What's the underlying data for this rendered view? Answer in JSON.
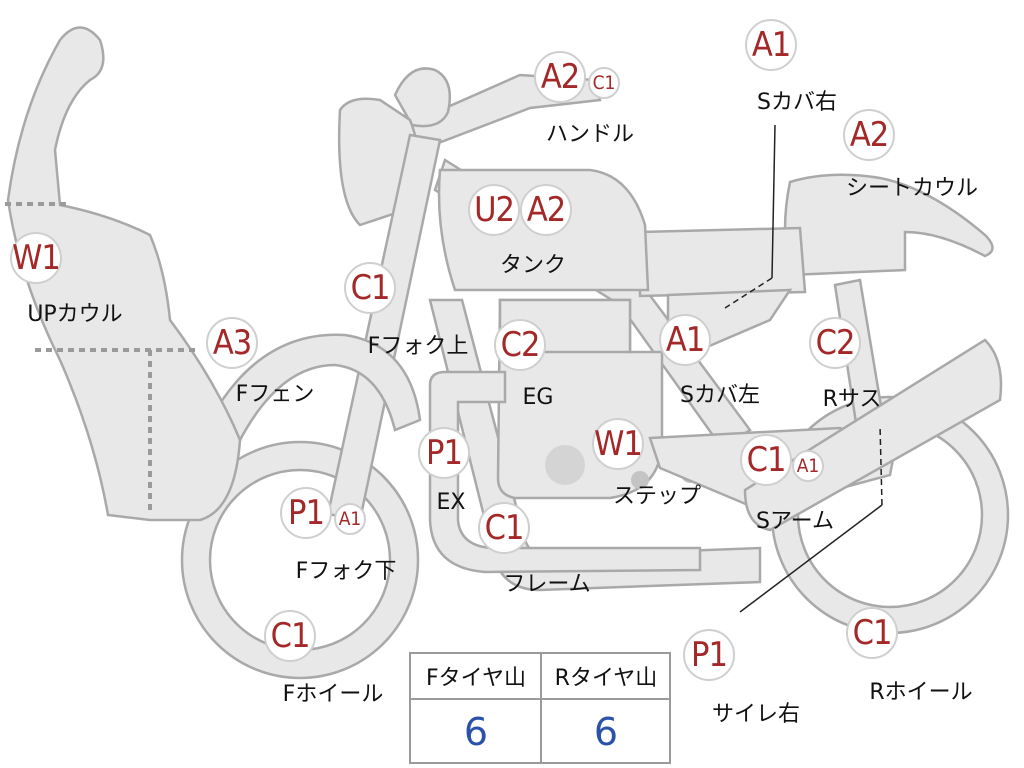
{
  "parts": [
    {
      "id": "up-cowl",
      "label": "UPカウル",
      "badges": [
        "W1"
      ]
    },
    {
      "id": "f-fender",
      "label": "Fフェン",
      "badges": [
        "A3"
      ]
    },
    {
      "id": "f-fork-upper",
      "label": "Fフォク上",
      "badges": [
        "C1"
      ]
    },
    {
      "id": "f-fork-lower",
      "label": "Fフォク下",
      "badges": [
        "P1",
        "A1"
      ]
    },
    {
      "id": "f-wheel",
      "label": "Fホイール",
      "badges": [
        "C1"
      ]
    },
    {
      "id": "handle",
      "label": "ハンドル",
      "badges": [
        "A2",
        "C1"
      ]
    },
    {
      "id": "tank",
      "label": "タンク",
      "badges": [
        "U2",
        "A2"
      ]
    },
    {
      "id": "engine",
      "label": "EG",
      "badges": [
        "C2"
      ]
    },
    {
      "id": "exhaust",
      "label": "EX",
      "badges": [
        "P1"
      ]
    },
    {
      "id": "frame",
      "label": "フレーム",
      "badges": [
        "C1"
      ]
    },
    {
      "id": "step",
      "label": "ステップ",
      "badges": [
        "W1"
      ]
    },
    {
      "id": "side-cover-right",
      "label": "Sカバ右",
      "badges": [
        "A1"
      ]
    },
    {
      "id": "seat-cowl",
      "label": "シートカウル",
      "badges": [
        "A2"
      ]
    },
    {
      "id": "side-cover-left",
      "label": "Sカバ左",
      "badges": [
        "A1"
      ]
    },
    {
      "id": "rear-suspension",
      "label": "Rサス",
      "badges": [
        "C2"
      ]
    },
    {
      "id": "swing-arm",
      "label": "Sアーム",
      "badges": [
        "C1",
        "A1"
      ]
    },
    {
      "id": "muffler-right",
      "label": "サイレ右",
      "badges": [
        "P1"
      ]
    },
    {
      "id": "r-wheel",
      "label": "Rホイール",
      "badges": [
        "C1"
      ]
    }
  ],
  "tire_table": {
    "headers": [
      "Fタイヤ山",
      "Rタイヤ山"
    ],
    "values": [
      "6",
      "6"
    ]
  },
  "colors": {
    "grade": "#a42828",
    "tire_value": "#2a52a8",
    "part_fill": "#e8e8e8",
    "part_stroke": "#a9a9a9"
  }
}
